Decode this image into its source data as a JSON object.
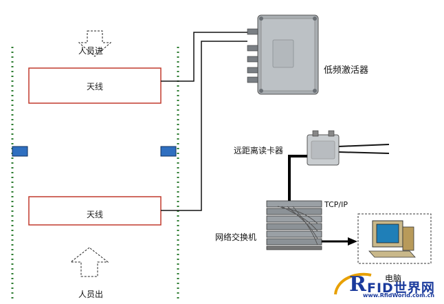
{
  "labels": {
    "people_in": "人员进",
    "people_out": "人员出",
    "antenna_top": "天线",
    "antenna_bottom": "天线",
    "activator": "低频激活器",
    "reader": "远距离读卡器",
    "switch": "网络交换机",
    "tcpip": "TCP/IP",
    "computer": "电脑"
  },
  "logo": {
    "letter": "R",
    "main": "FID世界网",
    "url": "www.RfidWorld.com.cn"
  },
  "colors": {
    "dotted_line": "#2e7d32",
    "antenna_border": "#c0392b",
    "sensor_blue": "#2f6fc0",
    "cable": "#111111",
    "logo_blue": "#1a3a9c",
    "logo_gold": "#e8a000"
  }
}
